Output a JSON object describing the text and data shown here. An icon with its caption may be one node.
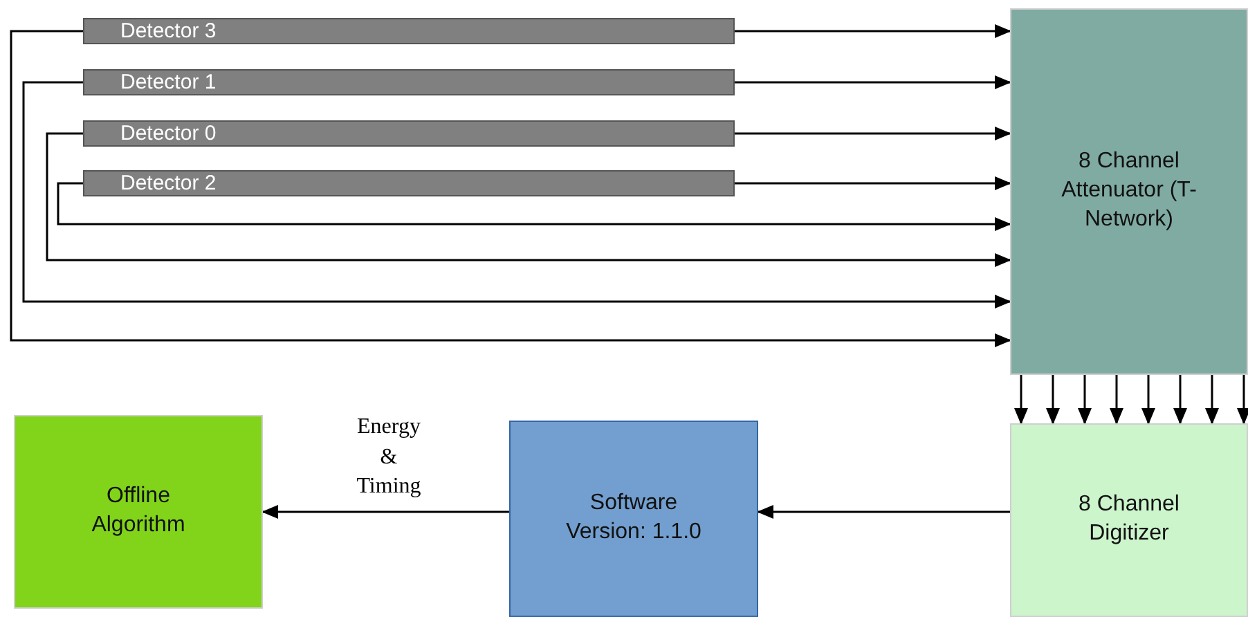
{
  "diagram": {
    "nodes": [
      {
        "text": [
          "Detector 3"
        ]
      },
      {
        "text": [
          "Detector 1"
        ]
      },
      {
        "text": [
          "Detector 0"
        ]
      },
      {
        "text": [
          "Detector 2"
        ]
      },
      {
        "text": [
          "8 Channel Attenuator (T-Network)"
        ]
      },
      {
        "text": [
          "Offline Algorithm"
        ]
      },
      {
        "text": [
          "Software Version: 1.1.0"
        ]
      },
      {
        "text": [
          "8 Channel Digitizer"
        ]
      }
    ],
    "edges": [
      {
        "from": 0,
        "to": 4,
        "arrow": "to"
      },
      {
        "from": 0,
        "to": 4,
        "arrow": "to"
      },
      {
        "from": 1,
        "to": 4,
        "arrow": "to"
      },
      {
        "from": 1,
        "to": 4,
        "arrow": "to"
      },
      {
        "from": 2,
        "to": 4,
        "arrow": "to"
      },
      {
        "from": 2,
        "to": 4,
        "arrow": "to"
      },
      {
        "from": 3,
        "to": 4,
        "arrow": "to"
      },
      {
        "from": 3,
        "to": 4,
        "arrow": "to"
      },
      {
        "from": 4,
        "to": 7,
        "arrow": "to"
      },
      {
        "from": 4,
        "to": 7,
        "arrow": "to"
      },
      {
        "from": 4,
        "to": 7,
        "arrow": "to"
      },
      {
        "from": 4,
        "to": 7,
        "arrow": "to"
      },
      {
        "from": 4,
        "to": 7,
        "arrow": "to"
      },
      {
        "from": 4,
        "to": 7,
        "arrow": "to"
      },
      {
        "from": 4,
        "to": 7,
        "arrow": "to"
      },
      {
        "from": 4,
        "to": 7,
        "arrow": "to"
      },
      {
        "from": 7,
        "to": 6,
        "arrow": "to"
      },
      {
        "from": 6,
        "to": 5,
        "arrow": "to",
        "label": "Energy & Timing"
      }
    ]
  }
}
